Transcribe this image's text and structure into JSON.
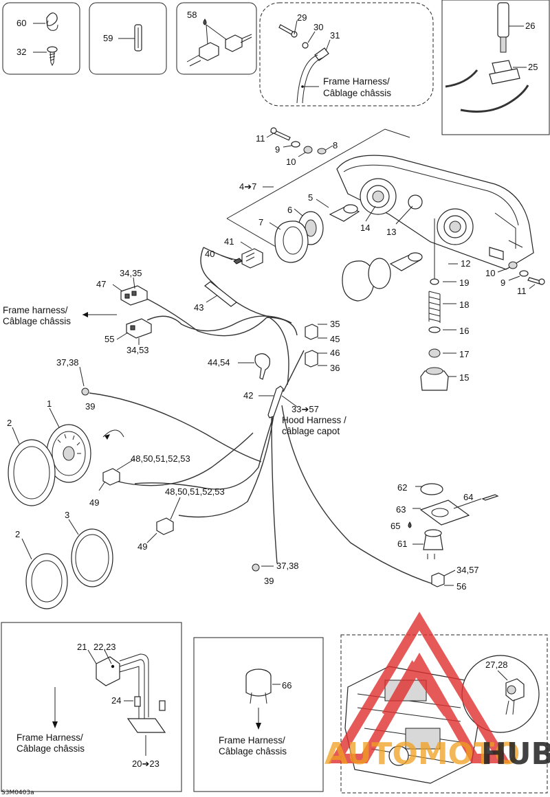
{
  "diagram": {
    "drawing_number": "S3M0403a",
    "labels": {
      "l60": "60",
      "l32": "32",
      "l59": "59",
      "l58": "58",
      "l29": "29",
      "l30": "30",
      "l31": "31",
      "l26": "26",
      "l25": "25",
      "l11a": "11",
      "l9a": "9",
      "l8": "8",
      "l10a": "10",
      "l4to7": "4➔7",
      "l5": "5",
      "l6": "6",
      "l7": "7",
      "l14": "14",
      "l13": "13",
      "l41": "41",
      "l40": "40",
      "l12": "12",
      "l19": "19",
      "l18": "18",
      "l16": "16",
      "l17": "17",
      "l15": "15",
      "l10b": "10",
      "l9b": "9",
      "l11b": "11",
      "l47": "47",
      "l3435": "34,35",
      "l43": "43",
      "l35": "35",
      "l45": "45",
      "l55": "55",
      "l3453": "34,53",
      "l46": "46",
      "l36": "36",
      "l4454": "44,54",
      "l3738a": "37,38",
      "l39a": "39",
      "l42": "42",
      "l33to57": "33➔57",
      "l1": "1",
      "l2a": "2",
      "l4853a": "48,50,51,52,53",
      "l49a": "49",
      "l4853b": "48,50,51,52,53",
      "l49b": "49",
      "l3": "3",
      "l2b": "2",
      "l3738b": "37,38",
      "l39b": "39",
      "l62": "62",
      "l63": "63",
      "l64": "64",
      "l65": "65",
      "l61": "61",
      "l3457": "34,57",
      "l56": "56",
      "l21": "21",
      "l2223": "22,23",
      "l24": "24",
      "l20to23": "20➔23",
      "l66": "66",
      "l2728": "27,28"
    },
    "captions": {
      "frame_harness_top_1": "Frame Harness/",
      "frame_harness_top_2": "Câblage châssis",
      "frame_harness_left_1": "Frame harness/",
      "frame_harness_left_2": "Câblage châssis",
      "hood_harness_1": "Hood Harness /",
      "hood_harness_2": "câblage capot",
      "frame_harness_bl_1": "Frame Harness/",
      "frame_harness_bl_2": "Câblage châssis",
      "frame_harness_bm_1": "Frame Harness/",
      "frame_harness_bm_2": "Câblage châssis"
    },
    "watermark": {
      "part1": "AUTOMOTO",
      "part2": "HUB",
      "color_red": "#e03030",
      "color_orange": "#f0a020"
    }
  }
}
